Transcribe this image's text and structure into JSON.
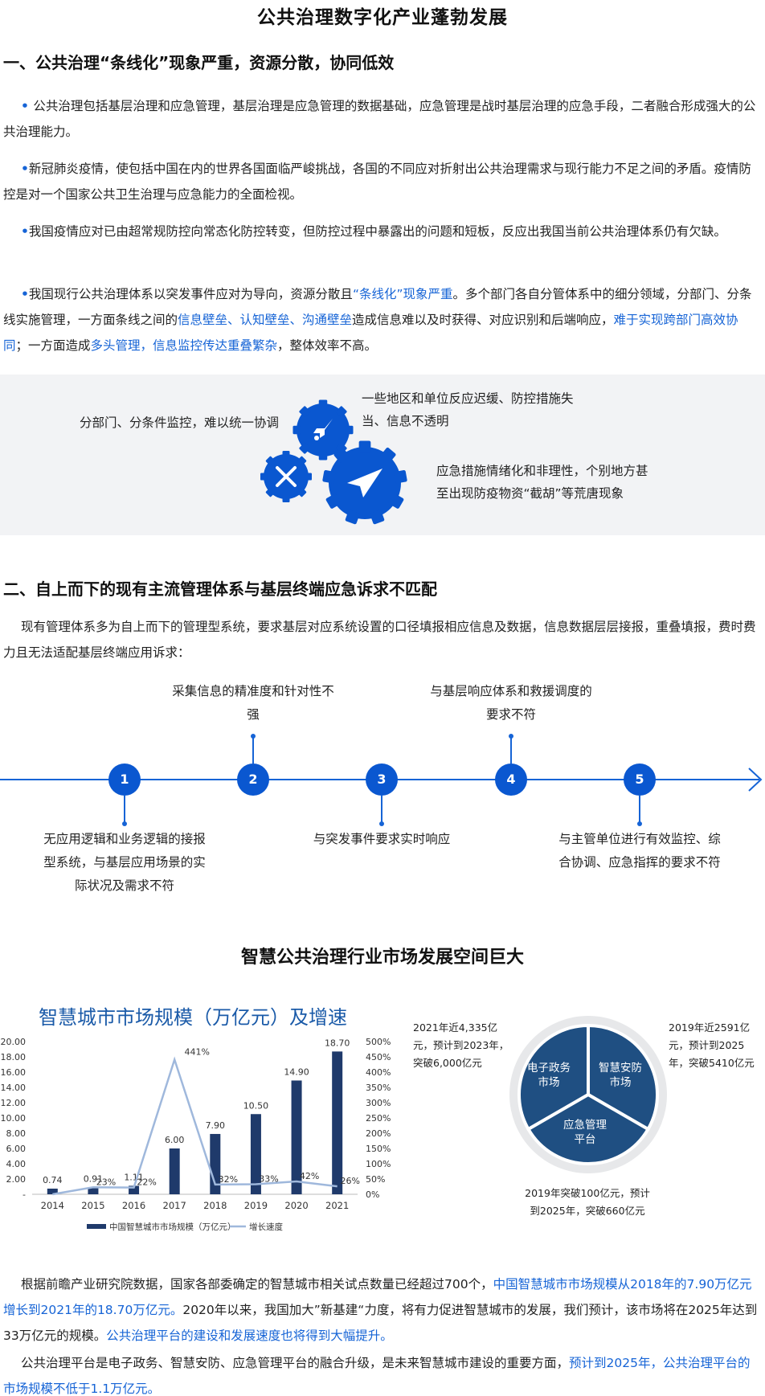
{
  "title": "公共治理数字化产业蓬勃发展",
  "section1": {
    "heading": "一、公共治理“条线化”现象严重，资源分散，协同低效",
    "p1": "公共治理包括基层治理和应急管理，基层治理是应急管理的数据基础，应急管理是战时基层治理的应急手段，二者融合形成强大的公共治理能力。",
    "p2": "新冠肺炎疫情，使包括中国在内的世界各国面临严峻挑战，各国的不同应对折射出公共治理需求与现行能力不足之间的矛盾。疫情防控是对一个国家公共卫生治理与应急能力的全面检视。",
    "p3": "我国疫情应对已由超常规防控向常态化防控转变，但防控过程中暴露出的问题和短板，反应出我国当前公共治理体系仍有欠缺。",
    "p4_a": "我国现行公共治理体系以突发事件应对为导向，资源分散且",
    "p4_b": "“条线化”现象严重",
    "p4_c": "。多个部门各自分管体系中的细分领域，分部门、分条线实施管理，一方面条线之间的",
    "p4_d": "信息壁垒、认知壁垒、沟通壁垒",
    "p4_e": "造成信息难以及时获得、对应识别和后端响应，",
    "p4_f": "难于实现跨部门高效协同",
    "p4_g": "；一方面造成",
    "p4_h": "多头管理，信息监控传达重叠繁杂",
    "p4_i": "，整体效率不高。",
    "gear_left": "分部门、分条件监控，难以统一协调",
    "gear_top_right": "一些地区和单位反应迟缓、防控措施失当、信息不透明",
    "gear_bottom_right": "应急措施情绪化和非理性，个别地方甚至出现防疫物资“截胡”等荒唐现象"
  },
  "section2": {
    "heading": "二、自上而下的现有主流管理体系与基层终端应急诉求不匹配",
    "para": "现有管理体系多为自上而下的管理型系统，要求基层对应系统设置的口径填报相应信息及数据，信息数据层层接报，重叠填报，费时费力且无法适配基层终端应用诉求：",
    "nodes": [
      {
        "num": "1",
        "text": "无应用逻辑和业务逻辑的接报型系统，与基层应用场景的实际状况及需求不符"
      },
      {
        "num": "2",
        "text": "采集信息的精准度和针对性不强"
      },
      {
        "num": "3",
        "text": "与突发事件要求实时响应"
      },
      {
        "num": "4",
        "text": "与基层响应体系和救援调度的要求不符"
      },
      {
        "num": "5",
        "text": "与主管单位进行有效监控、综合协调、应急指挥的要求不符"
      }
    ]
  },
  "section3": {
    "heading": "智慧公共治理行业市场发展空间巨大",
    "pie_labels": [
      "电子政务市场",
      "智慧安防市场",
      "应急管理平台"
    ],
    "pie_notes": {
      "egov": "2021年近4,335亿元，预计到2023年，突破6,000亿元",
      "security": "2019年近2591亿元，预计到2025年，突破5410亿元",
      "emergency": "2019年突破100亿元，预计到2025年，突破660亿元"
    },
    "p1_a": "根据前瞻产业研究院数据，国家各部委确定的智慧城市相关试点数量已经超过700个，",
    "p1_b": "中国智慧城市市场规模从2018年的7.90万亿元增长到2021年的18.70万亿元。",
    "p1_c": "2020年以来，我国加大”新基建“力度，将有力促进智慧城市的发展，我们预计，该市场将在2025年达到33万亿元的规模。",
    "p1_d": "公共治理平台的建设和发展速度也将得到大幅提升。",
    "p2_a": "公共治理平台是电子政务、智慧安防、应急管理平台的融合升级，是未来智慧城市建设的重要方面，",
    "p2_b": "预计到2025年，公共治理平台的市场规模不低于1.1万亿元。"
  },
  "chart_data": {
    "type": "bar",
    "title": "智慧城市市场规模（万亿元）及增速",
    "categories": [
      "2014",
      "2015",
      "2016",
      "2017",
      "2018",
      "2019",
      "2020",
      "2021"
    ],
    "series": [
      {
        "name": "中国智慧城市市场规模（万亿元）",
        "type": "bar",
        "values": [
          0.74,
          0.91,
          1.11,
          6.0,
          7.9,
          10.5,
          14.9,
          18.7
        ],
        "labels": [
          "0.74",
          "0.91",
          "1.11",
          "6.00",
          "7.90",
          "10.50",
          "14.90",
          "18.70"
        ]
      },
      {
        "name": "增长速度",
        "type": "line",
        "values": [
          null,
          23,
          22,
          441,
          32,
          33,
          42,
          26
        ],
        "labels": [
          "",
          "23%",
          "22%",
          "441%",
          "32%",
          "33%",
          "42%",
          "26%"
        ]
      }
    ],
    "ylim": [
      0,
      20
    ],
    "y2lim": [
      0,
      500
    ],
    "yticks": [
      "-",
      "2.00",
      "4.00",
      "6.00",
      "8.00",
      "10.00",
      "12.00",
      "14.00",
      "16.00",
      "18.00",
      "20.00"
    ],
    "y2ticks": [
      "0%",
      "50%",
      "100%",
      "150%",
      "200%",
      "250%",
      "300%",
      "350%",
      "400%",
      "450%",
      "500%"
    ],
    "colors": {
      "bar": "#1f3a6b",
      "line": "#9fb8dc"
    },
    "legend": "bottom"
  }
}
